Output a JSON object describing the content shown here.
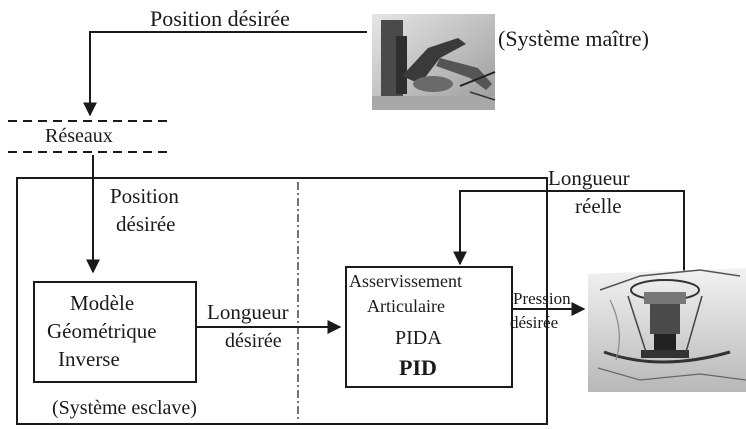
{
  "master": {
    "position_label": "Position désirée",
    "system_label": "(Système maître)"
  },
  "network": {
    "label": "Réseaux"
  },
  "slave": {
    "position_line1": "Position",
    "position_line2": "désirée",
    "model_line1": "Modèle",
    "model_line2": "Géométrique",
    "model_line3": "Inverse",
    "length_line1": "Longueur",
    "length_line2": "désirée",
    "control_line1": "Asservissement",
    "control_line2": "Articulaire",
    "control_line3": "PIDA",
    "control_line4": "PID",
    "pressure_line1": "Pression",
    "pressure_line2": "désirée",
    "real_length_line1": "Longueur",
    "real_length_line2": "réelle",
    "system_label": "(Système esclave)"
  },
  "colors": {
    "ink": "#1a1a1a",
    "photo_bg": "#cfcfcf"
  }
}
